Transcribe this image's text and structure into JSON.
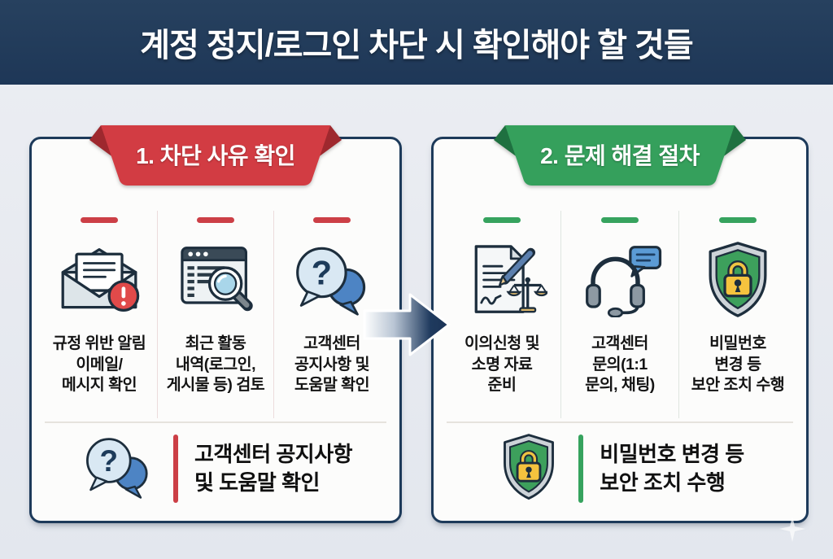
{
  "header": {
    "title": "계정 정지/로그인 차단 시 확인해야 할 것들",
    "bg_color": "#213a5c",
    "text_color": "#ffffff"
  },
  "flow": {
    "arrow_direction": "right",
    "arrow_color": "#1f3a5e"
  },
  "icons": {
    "question_mark": "?"
  },
  "cards": [
    {
      "ribbon": {
        "label": "1. 차단 사유 확인",
        "color": "#d23c43",
        "fold_color": "#9e282e"
      },
      "accent_color": "#cc3f46",
      "items": [
        {
          "icon": "email-alert-icon",
          "lines": [
            "규정 위반 알림",
            "이메일/",
            "메시지 확인"
          ]
        },
        {
          "icon": "activity-search-icon",
          "lines": [
            "최근 활동",
            "내역(로그인,",
            "게시물 등) 검토"
          ]
        },
        {
          "icon": "help-chat-icon",
          "lines": [
            "고객센터",
            "공지사항 및",
            "도움말 확인"
          ]
        }
      ],
      "summary": {
        "icon": "help-chat-icon",
        "lines": [
          "고객센터 공지사항",
          "및 도움말 확인"
        ]
      }
    },
    {
      "ribbon": {
        "label": "2. 문제 해결 절차",
        "color": "#35a05c",
        "fold_color": "#1f7040"
      },
      "accent_color": "#36a35e",
      "items": [
        {
          "icon": "appeal-document-icon",
          "lines": [
            "이의신청 및",
            "소명 자료",
            "준비"
          ]
        },
        {
          "icon": "support-headset-icon",
          "lines": [
            "고객센터",
            "문의(1:1",
            "문의, 채팅)"
          ]
        },
        {
          "icon": "security-shield-icon",
          "lines": [
            "비밀번호",
            "변경 등",
            "보안 조치 수행"
          ]
        }
      ],
      "summary": {
        "icon": "security-shield-icon",
        "lines": [
          "비밀번호 변경 등",
          "보안 조치 수행"
        ]
      }
    }
  ]
}
